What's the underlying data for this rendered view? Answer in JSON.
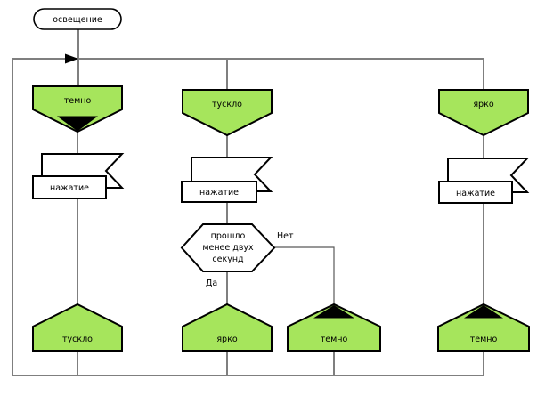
{
  "colors": {
    "state_fill": "#a6e55c",
    "connector_gray": "#7f7f7f",
    "branch_connector": "#595959",
    "shape_border": "#000000",
    "background": "#ffffff"
  },
  "diagram": {
    "start_node": {
      "label": "освещение"
    },
    "column1": {
      "entry_state": "темно",
      "event": "нажатие",
      "exit_state": "тускло"
    },
    "column2": {
      "entry_state": "тускло",
      "event": "нажатие",
      "decision": {
        "line1": "прошло",
        "line2": "менее двух",
        "line3": "секунд",
        "yes_label": "Да",
        "no_label": "Нет"
      },
      "exit_state_yes": "ярко",
      "exit_state_no": "темно"
    },
    "column3": {
      "entry_state": "ярко",
      "event": "нажатие",
      "exit_state": "темно"
    }
  }
}
